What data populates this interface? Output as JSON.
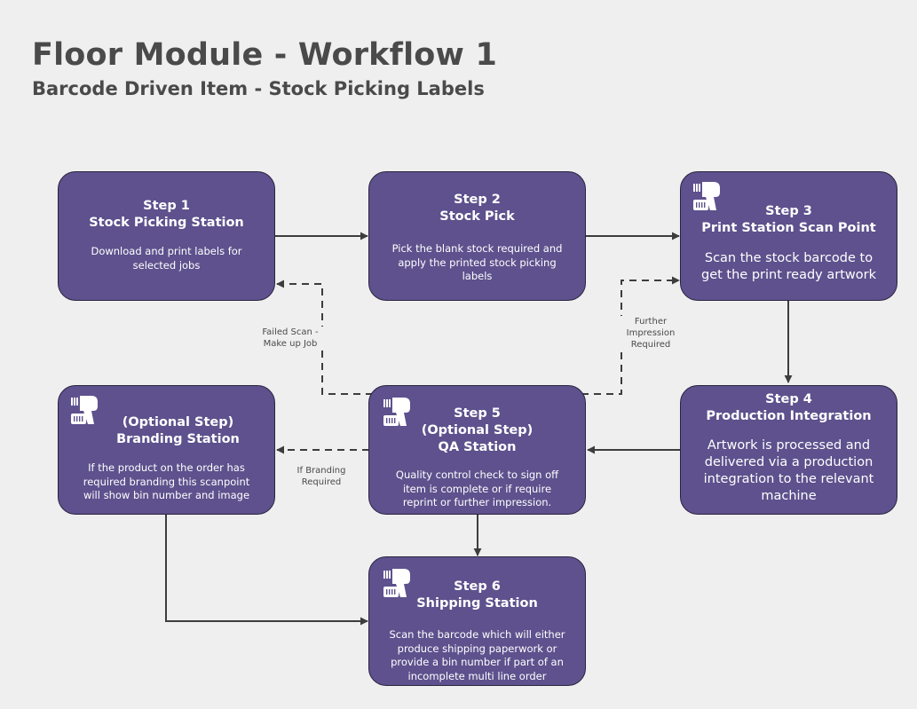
{
  "header": {
    "title": "Floor Module - Workflow 1",
    "subtitle": "Barcode Driven Item - Stock Picking Labels"
  },
  "colors": {
    "background": "#efefef",
    "box_fill": "#5e518d",
    "box_border": "#2a2540",
    "text_dark": "#4a4a4a",
    "arrow": "#3d3d3d"
  },
  "nodes": {
    "step1": {
      "title_lines": [
        "Step 1",
        "Stock Picking Station"
      ],
      "description": "Download and print labels for selected jobs",
      "has_scanner_icon": false
    },
    "step2": {
      "title_lines": [
        "Step 2",
        "Stock Pick"
      ],
      "description": "Pick the blank stock required and apply the printed stock picking labels",
      "has_scanner_icon": false
    },
    "step3": {
      "title_lines": [
        "Step 3",
        "Print Station Scan Point"
      ],
      "description": "Scan the stock barcode to get the print ready artwork",
      "has_scanner_icon": true,
      "icon": "barcode-scanner-icon"
    },
    "step4": {
      "title_lines": [
        "Step 4",
        "Production Integration"
      ],
      "description": "Artwork is processed and delivered via a production integration to the relevant machine",
      "has_scanner_icon": false
    },
    "step5": {
      "title_lines": [
        "Step 5",
        "(Optional Step)",
        "QA Station"
      ],
      "description": "Quality control check to sign off item is complete or if require reprint or further impression.",
      "has_scanner_icon": true,
      "icon": "barcode-scanner-icon"
    },
    "branding": {
      "title_lines": [
        "(Optional Step)",
        "Branding Station"
      ],
      "description": "If the product on the order has required branding this scanpoint will show bin number and image",
      "has_scanner_icon": true,
      "icon": "barcode-scanner-icon"
    },
    "step6": {
      "title_lines": [
        "Step 6",
        "Shipping Station"
      ],
      "description": "Scan the barcode which will either produce shipping paperwork or provide a bin number if part of an incomplete multi line order",
      "has_scanner_icon": true,
      "icon": "barcode-scanner-icon"
    }
  },
  "edge_labels": {
    "failed_scan": [
      "Failed Scan -",
      "Make up Job"
    ],
    "further_impression": [
      "Further",
      "Impression",
      "Required"
    ],
    "if_branding": [
      "If Branding",
      "Required"
    ]
  },
  "edges": [
    {
      "from": "step1",
      "to": "step2",
      "style": "solid"
    },
    {
      "from": "step2",
      "to": "step3",
      "style": "solid"
    },
    {
      "from": "step3",
      "to": "step4",
      "style": "solid"
    },
    {
      "from": "step4",
      "to": "step5",
      "style": "solid"
    },
    {
      "from": "step5",
      "to": "step6",
      "style": "solid"
    },
    {
      "from": "branding",
      "to": "step6",
      "style": "solid"
    },
    {
      "from": "step5",
      "to": "step1",
      "style": "dashed",
      "label": "failed_scan"
    },
    {
      "from": "step5",
      "to": "step3",
      "style": "dashed",
      "label": "further_impression"
    },
    {
      "from": "step5",
      "to": "branding",
      "style": "dashed",
      "label": "if_branding"
    }
  ]
}
